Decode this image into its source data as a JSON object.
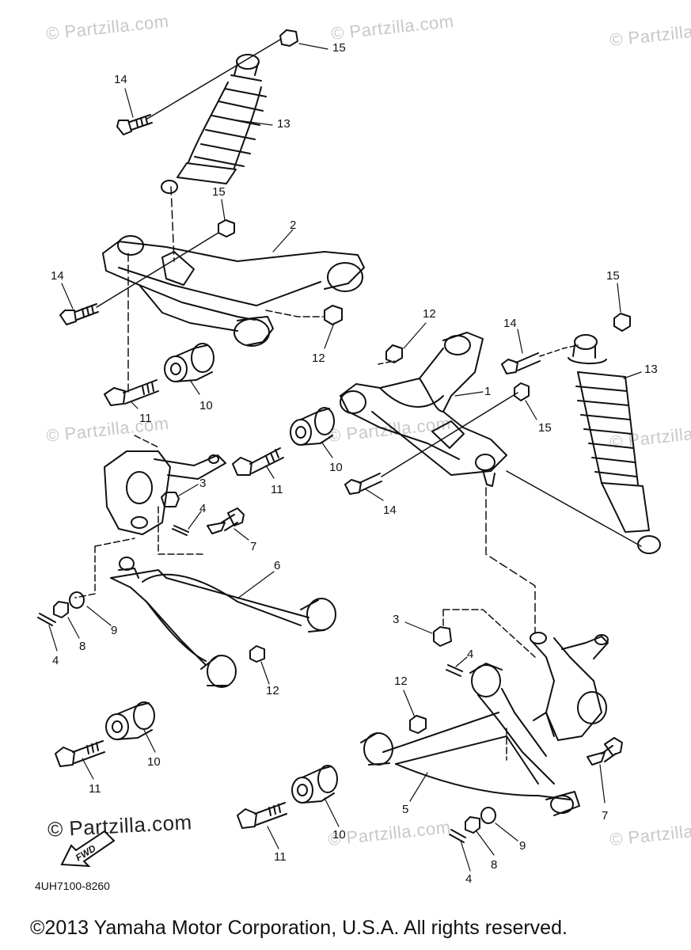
{
  "watermark": "© Partzilla.com",
  "brand_watermark": "© Partzilla.com",
  "fwd_label": "FWD",
  "doc_code": "4UH7100-8260",
  "copyright": "©2013 Yamaha Motor Corporation, U.S.A. All rights reserved.",
  "callouts": [
    "15",
    "14",
    "13",
    "15",
    "2",
    "14",
    "12",
    "12",
    "14",
    "15",
    "13",
    "1",
    "11",
    "10",
    "15",
    "11",
    "10",
    "3",
    "4",
    "7",
    "14",
    "6",
    "9",
    "8",
    "4",
    "12",
    "3",
    "4",
    "10",
    "11",
    "12",
    "7",
    "5",
    "10",
    "9",
    "8",
    "11",
    "4"
  ]
}
